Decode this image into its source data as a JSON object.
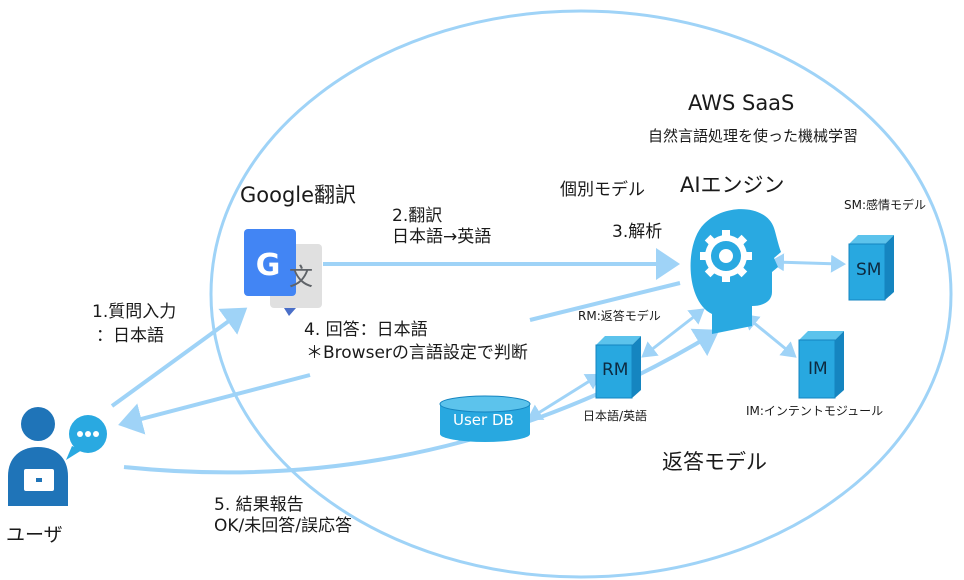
{
  "aws": {
    "title": "AWS SaaS",
    "subtitle": "自然言語処理を使った機械学習"
  },
  "google": {
    "title": "Google翻訳"
  },
  "engine": {
    "title": "AIエンジン",
    "individual_model": "個別モデル",
    "analysis": "3.解析"
  },
  "steps": {
    "translate_1": "2.翻訳",
    "translate_2": "日本語→英語",
    "question_1": "1.質問入力",
    "question_2": "：日本語",
    "answer_1": "4. 回答：日本語",
    "answer_2": "＊Browserの言語設定で判断",
    "report_1": "5. 結果報告",
    "report_2": "OK/未回答/誤応答"
  },
  "modules": {
    "sm": {
      "label": "SM",
      "caption": "SM:感情モデル"
    },
    "rm": {
      "label": "RM",
      "caption": "RM:返答モデル",
      "lang": "日本語/英語"
    },
    "im": {
      "label": "IM",
      "caption": "IM:インテントモジュール"
    },
    "userdb": {
      "label": "User DB"
    },
    "response_model": "返答モデル"
  },
  "user": {
    "label": "ユーザ"
  },
  "colors": {
    "accent": "#28a8e0",
    "arrow": "#9fd3f7",
    "ellipse": "#9fd3f7",
    "box_side": "#1585c0"
  },
  "icons": [
    "translate-icon",
    "gear-head-icon",
    "user-laptop-icon",
    "chat-bubble-icon",
    "database-icon"
  ]
}
